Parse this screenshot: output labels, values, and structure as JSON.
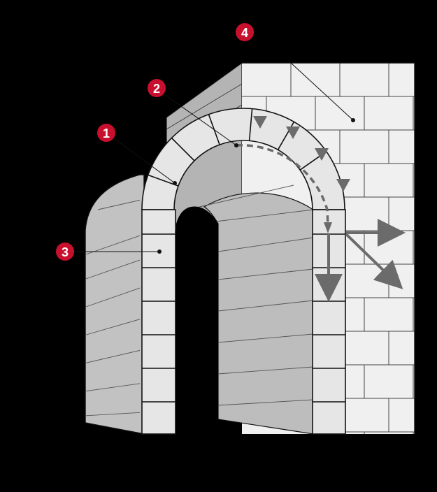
{
  "diagram": {
    "markers": [
      {
        "label": "1"
      },
      {
        "label": "2"
      },
      {
        "label": "3"
      },
      {
        "label": "4"
      }
    ]
  },
  "colors": {
    "background": "#000000",
    "marker_fill": "#c8102e",
    "marker_text": "#ffffff",
    "wall_face": "#efefef",
    "wall_side": "#b9b9b9",
    "arch_stone": "#e8e8e8",
    "vault": "#c4c4c4",
    "mortar": "#222222",
    "force_arrow": "#6b6b6b"
  },
  "icons": {
    "load_marker": "down-triangle-icon",
    "thrust_path": "dashed-arrow-icon"
  }
}
